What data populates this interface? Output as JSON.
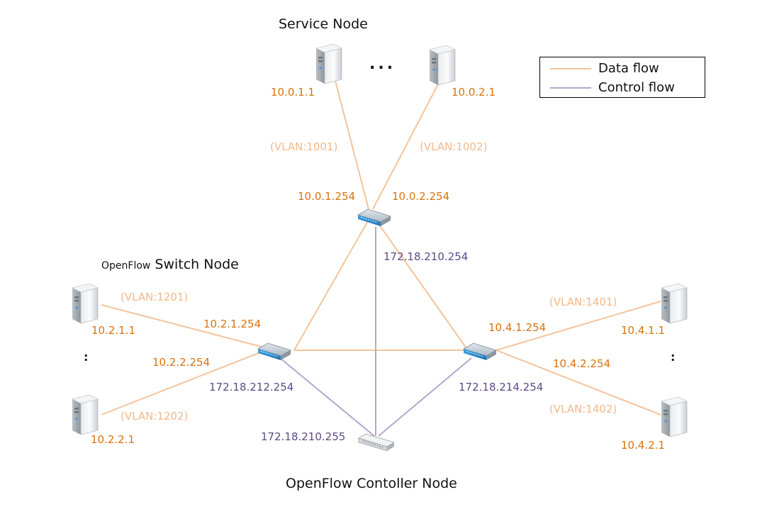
{
  "titles": {
    "service_node": "Service Node",
    "switch_prefix": "OpenFlow",
    "switch_suffix": "Switch Node",
    "controller_node": "OpenFlow Contoller Node"
  },
  "legend": {
    "data_flow": "Data flow",
    "control_flow": "Control flow",
    "data_color": "#f5c39c",
    "control_color": "#b7a6cc"
  },
  "labels": {
    "s1_ip": "10.0.1.1",
    "s2_ip": "10.0.2.1",
    "vlan_1001": "(VLAN:1001)",
    "vlan_1002": "(VLAN:1002)",
    "top_if1": "10.0.1.254",
    "top_if2": "10.0.2.254",
    "top_ctrl": "172.18.210.254",
    "vlan_1201": "(VLAN:1201)",
    "left_if1": "10.2.1.254",
    "l1_ip": "10.2.1.1",
    "left_if2": "10.2.2.254",
    "left_ctrl": "172.18.212.254",
    "vlan_1202": "(VLAN:1202)",
    "l2_ip": "10.2.2.1",
    "controller_ip": "172.18.210.255",
    "vlan_1401": "(VLAN:1401)",
    "right_if1": "10.4.1.254",
    "r1_ip": "10.4.1.1",
    "right_if2": "10.4.2.254",
    "right_ctrl": "172.18.214.254",
    "vlan_1402": "(VLAN:1402)",
    "r2_ip": "10.4.2.1"
  },
  "ellipsis": {
    "service": "...",
    "left": ":",
    "right": ":"
  },
  "icons": {
    "server": "server-icon",
    "switch": "openflow-switch-icon",
    "controller": "controller-device-icon"
  }
}
